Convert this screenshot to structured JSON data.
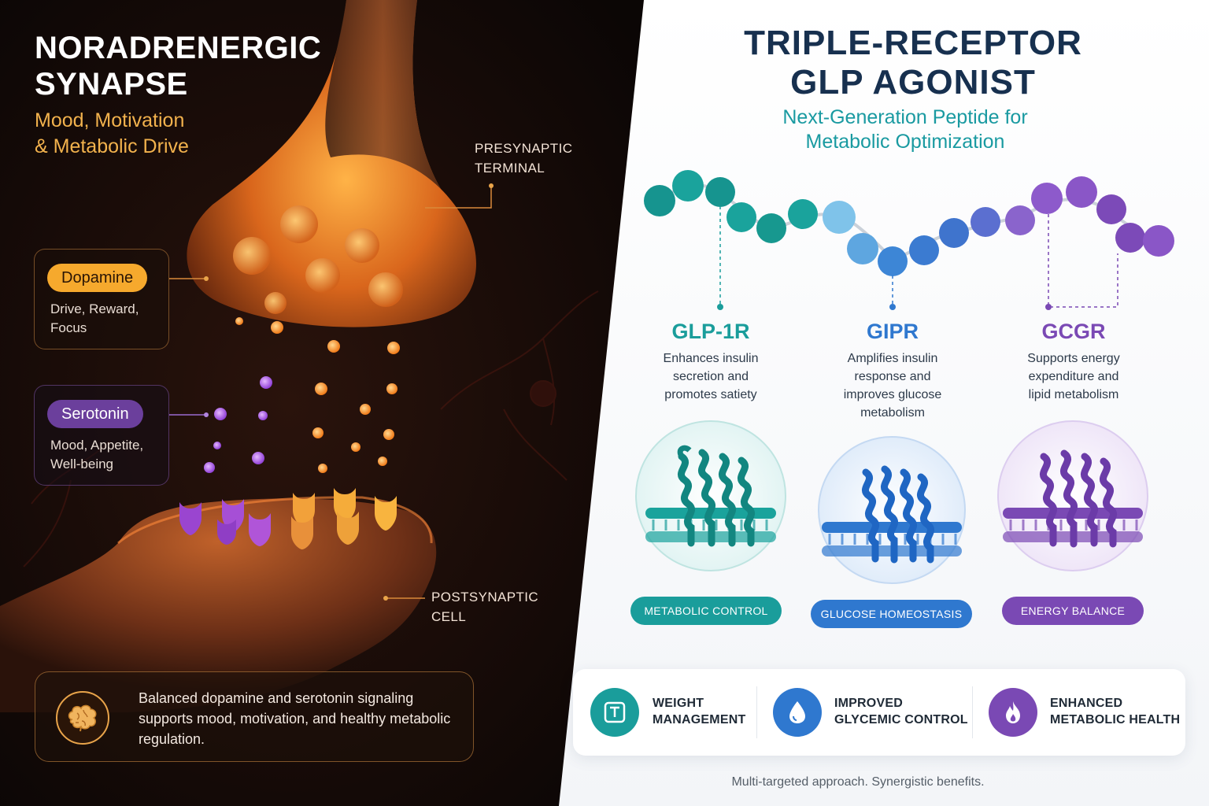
{
  "left": {
    "title": "NORADRENERGIC SYNAPSE",
    "subtitle_line1": "Mood, Motivation",
    "subtitle_line2": "& Metabolic Drive",
    "presynaptic_line1": "PRESYNAPTIC",
    "presynaptic_line2": "TERMINAL",
    "postsynaptic_line1": "POSTSYNAPTIC",
    "postsynaptic_line2": "CELL",
    "dopamine": {
      "label": "Dopamine",
      "desc_line1": "Drive, Reward,",
      "desc_line2": "Focus"
    },
    "serotonin": {
      "label": "Serotonin",
      "desc_line1": "Mood, Appetite,",
      "desc_line2": "Well-being"
    },
    "note": "Balanced dopamine and serotonin signaling supports mood, motivation, and healthy metabolic regulation.",
    "note_icon": "brain-icon"
  },
  "right": {
    "title_line1": "TRIPLE-RECEPTOR",
    "title_line2": "GLP AGONIST",
    "subtitle_line1": "Next-Generation Peptide for",
    "subtitle_line2": "Metabolic Optimization",
    "receptors": [
      {
        "name": "GLP-1R",
        "color": "#1a9d9b",
        "desc": [
          "Enhances insulin",
          "secretion and",
          "promotes satiety"
        ],
        "benefit": "METABOLIC CONTROL"
      },
      {
        "name": "GIPR",
        "color": "#2f78cf",
        "desc": [
          "Amplifies insulin",
          "response and",
          "improves glucose",
          "metabolism"
        ],
        "benefit": "GLUCOSE HOMEOSTASIS"
      },
      {
        "name": "GCGR",
        "color": "#7a49b4",
        "desc": [
          "Supports energy",
          "expenditure and",
          "lipid metabolism"
        ],
        "benefit": "ENERGY BALANCE"
      }
    ],
    "outcomes": [
      {
        "line1": "WEIGHT",
        "line2": "MANAGEMENT",
        "icon": "scale-icon",
        "color": "#1a9d9b"
      },
      {
        "line1": "IMPROVED",
        "line2": "GLYCEMIC CONTROL",
        "icon": "droplet-icon",
        "color": "#2f78cf"
      },
      {
        "line1": "ENHANCED",
        "line2": "METABOLIC HEALTH",
        "icon": "flame-icon",
        "color": "#7a49b4"
      }
    ],
    "footer": "Multi-targeted approach. Synergistic benefits."
  }
}
